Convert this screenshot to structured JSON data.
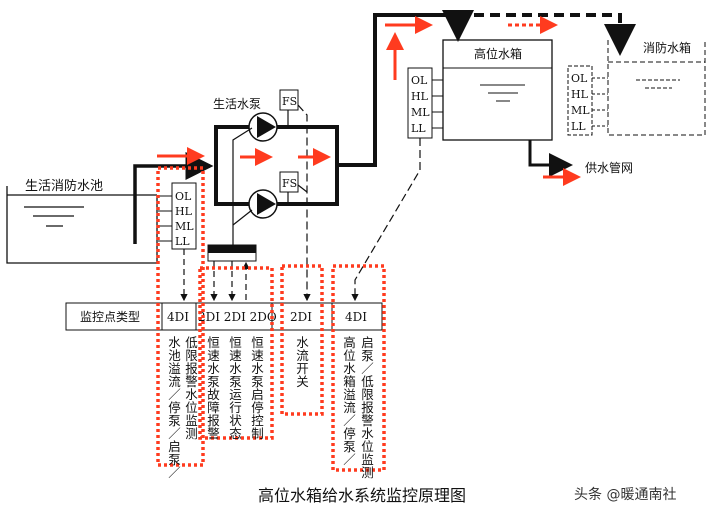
{
  "labels": {
    "pool": "生活消防水池",
    "pump": "生活水泵",
    "fs": "FS",
    "high_tank": "高位水箱",
    "fire_tank": "消防水箱",
    "supply": "供水管网",
    "levels": [
      "OL",
      "HL",
      "ML",
      "LL"
    ]
  },
  "table": {
    "header": "监控点类型",
    "cells": [
      "4DI",
      "2DI 2DI 2DO",
      "2DI",
      "4DI"
    ]
  },
  "descriptions": [
    "水池溢流／停泵／启泵／",
    "低限报警水位监测",
    "恒速水泵故障报警",
    "恒速水泵运行状态",
    "恒速水泵启停控制",
    "水流开关",
    "高位水箱溢流／停泵／",
    "启泵／低限报警水位监测"
  ],
  "caption": "高位水箱给水系统监控原理图",
  "watermark": "头条 @暖通南社",
  "colors": {
    "accent": "#ff3b1f",
    "line": "#111111"
  }
}
